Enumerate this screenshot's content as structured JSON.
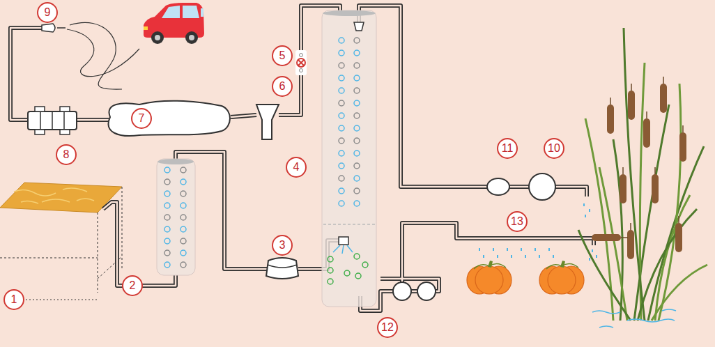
{
  "diagram": {
    "labels": [
      "1",
      "2",
      "3",
      "4",
      "5",
      "6",
      "7",
      "8",
      "9",
      "10",
      "11",
      "12",
      "13"
    ]
  }
}
